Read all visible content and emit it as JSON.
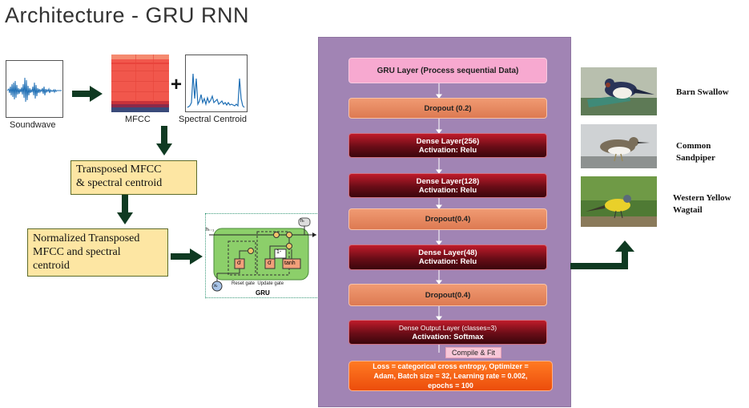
{
  "title": "Architecture - GRU RNN",
  "inputs": {
    "soundwave_label": "Soundwave",
    "mfcc_label": "MFCC",
    "plus": "+",
    "centroid_label": "Spectral  Centroid"
  },
  "steps": {
    "transposed": [
      "Transposed  MFCC",
      "& spectral centroid"
    ],
    "normalized": [
      "Normalized Transposed",
      "MFCC and spectral",
      "centroid"
    ]
  },
  "gru_cell": {
    "caption": "GRU",
    "gates_label": "Reset gate  Update gate",
    "h_prev": "hₜ₋₁",
    "h_next": "hₜ",
    "x_in": "xₜ",
    "sigma": "σ",
    "tanh": "tanh",
    "one_minus": "1-"
  },
  "layers": [
    {
      "line1": "GRU Layer (Process sequential Data)",
      "line2": ""
    },
    {
      "line1": "Dropout (0.2)",
      "line2": ""
    },
    {
      "line1": "Dense Layer(256)",
      "line2": "Activation: Relu"
    },
    {
      "line1": "Dense Layer(128)",
      "line2": "Activation: Relu"
    },
    {
      "line1": "Dropout(0.4)",
      "line2": ""
    },
    {
      "line1": "Dense Layer(48)",
      "line2": "Activation: Relu"
    },
    {
      "line1": "Dropout(0.4)",
      "line2": ""
    },
    {
      "line1": "Dense Output Layer (classes=3)",
      "line2": "Activation: Softmax"
    }
  ],
  "compile_tag": "Compile & Fit",
  "training": {
    "lines": [
      "Loss = categorical cross entropy, Optimizer =",
      "Adam, Batch size = 32, Learning rate = 0.002,",
      "epochs = 100"
    ]
  },
  "outputs": [
    {
      "lines": [
        "Barn Swallow"
      ]
    },
    {
      "lines": [
        "Common",
        "Sandpiper"
      ]
    },
    {
      "lines": [
        "Western Yellow",
        "Wagtail"
      ]
    }
  ],
  "colors": {
    "panel": "#a184b4",
    "input_box": "#fde6a3",
    "gru_layer": "#f7a9d0",
    "dropout": "#e88a62",
    "dense": "#8a1020",
    "final": "#ff6a1a",
    "arrow": "#0f3a22"
  }
}
